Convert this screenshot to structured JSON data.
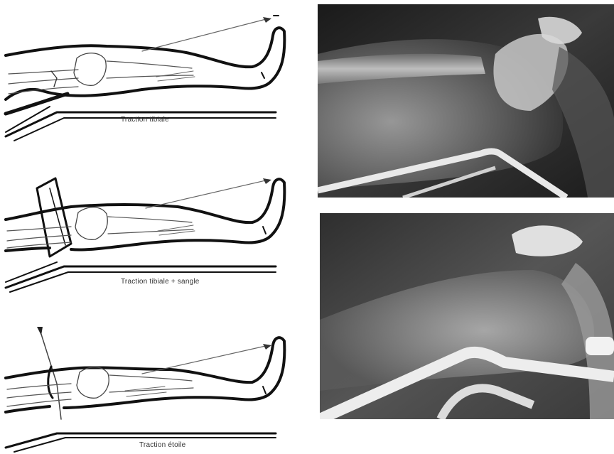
{
  "figure": {
    "diagrams": [
      {
        "caption": "Traction tibiale"
      },
      {
        "caption": "Traction tibiale + sangle"
      },
      {
        "caption": "Traction étoile"
      }
    ],
    "xrays": [
      {
        "view": "lateral-knee-xray"
      },
      {
        "view": "lateral-knee-xray-closeup"
      }
    ]
  }
}
